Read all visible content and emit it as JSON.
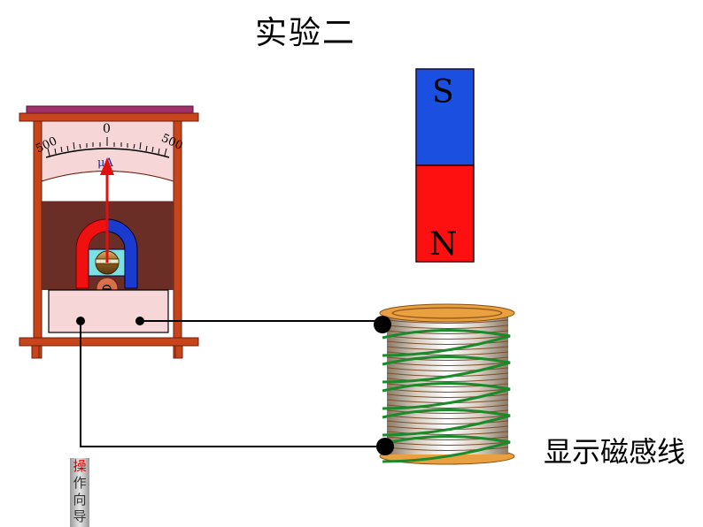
{
  "title": "实验二",
  "meter": {
    "scale_left": "500",
    "scale_center": "0",
    "scale_right": "500",
    "unit": "μA",
    "terminal_symbol": "⊖",
    "needle_reading": 0
  },
  "magnet": {
    "top_pole": "S",
    "bottom_pole": "N",
    "colors": {
      "south": "#1a4fe0",
      "north": "#ff1010"
    }
  },
  "coil": {
    "colors": {
      "spool": "#e8a040",
      "wire": "#1a8a2a"
    }
  },
  "button_field_lines": "显示磁感线",
  "button_guide_chars": [
    "操",
    "作",
    "向",
    "导"
  ]
}
